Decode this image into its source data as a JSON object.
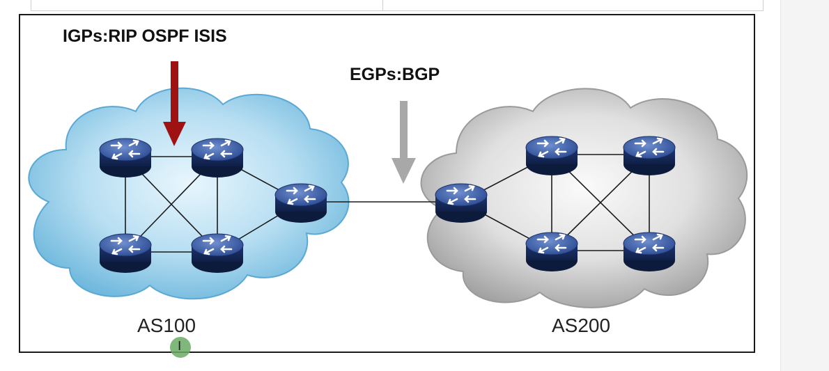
{
  "labels": {
    "igp": "IGPs:RIP  OSPF   ISIS",
    "egp": "EGPs:BGP",
    "as_left": "AS100",
    "as_right": "AS200"
  },
  "top_table": {
    "left_cell": "",
    "right_cell": ""
  },
  "colors": {
    "cloud_blue": "#a9d8ee",
    "cloud_gray": "#d7d7d7",
    "router": "#243f7a",
    "arrow_red": "#a01111",
    "arrow_gray": "#a8a8a8"
  },
  "icons": {
    "router": "router-icon",
    "cursor": "text-cursor-icon"
  }
}
